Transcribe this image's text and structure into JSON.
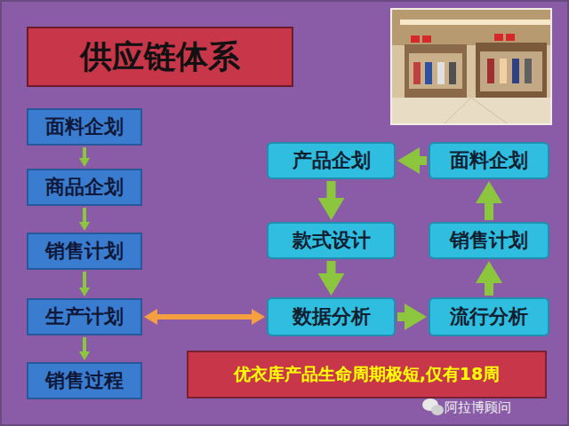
{
  "diagram": {
    "title": "供应链体系",
    "nodes": [
      {
        "text": [
          "面料企划"
        ]
      },
      {
        "text": [
          "商品企划"
        ]
      },
      {
        "text": [
          "销售计划"
        ]
      },
      {
        "text": [
          "生产计划"
        ]
      },
      {
        "text": [
          "销售过程"
        ]
      },
      {
        "text": [
          "产品企划"
        ]
      },
      {
        "text": [
          "面料企划"
        ]
      },
      {
        "text": [
          "款式设计"
        ]
      },
      {
        "text": [
          "销售计划"
        ]
      },
      {
        "text": [
          "数据分析"
        ]
      },
      {
        "text": [
          "流行分析"
        ]
      },
      {
        "text": [
          "优衣库产品生命周期极短,仅有18周"
        ]
      }
    ],
    "edges": [
      {
        "from": 0,
        "to": 1,
        "arrow": "to"
      },
      {
        "from": 1,
        "to": 2,
        "arrow": "to"
      },
      {
        "from": 2,
        "to": 3,
        "arrow": "to"
      },
      {
        "from": 3,
        "to": 4,
        "arrow": "to"
      },
      {
        "from": 3,
        "to": 9,
        "arrow": "both"
      },
      {
        "from": 6,
        "to": 5,
        "arrow": "to"
      },
      {
        "from": 5,
        "to": 7,
        "arrow": "to"
      },
      {
        "from": 7,
        "to": 9,
        "arrow": "to"
      },
      {
        "from": 9,
        "to": 10,
        "arrow": "to"
      },
      {
        "from": 10,
        "to": 8,
        "arrow": "to"
      },
      {
        "from": 8,
        "to": 6,
        "arrow": "to"
      }
    ],
    "labels": [
      "阿拉博顾问"
    ]
  }
}
